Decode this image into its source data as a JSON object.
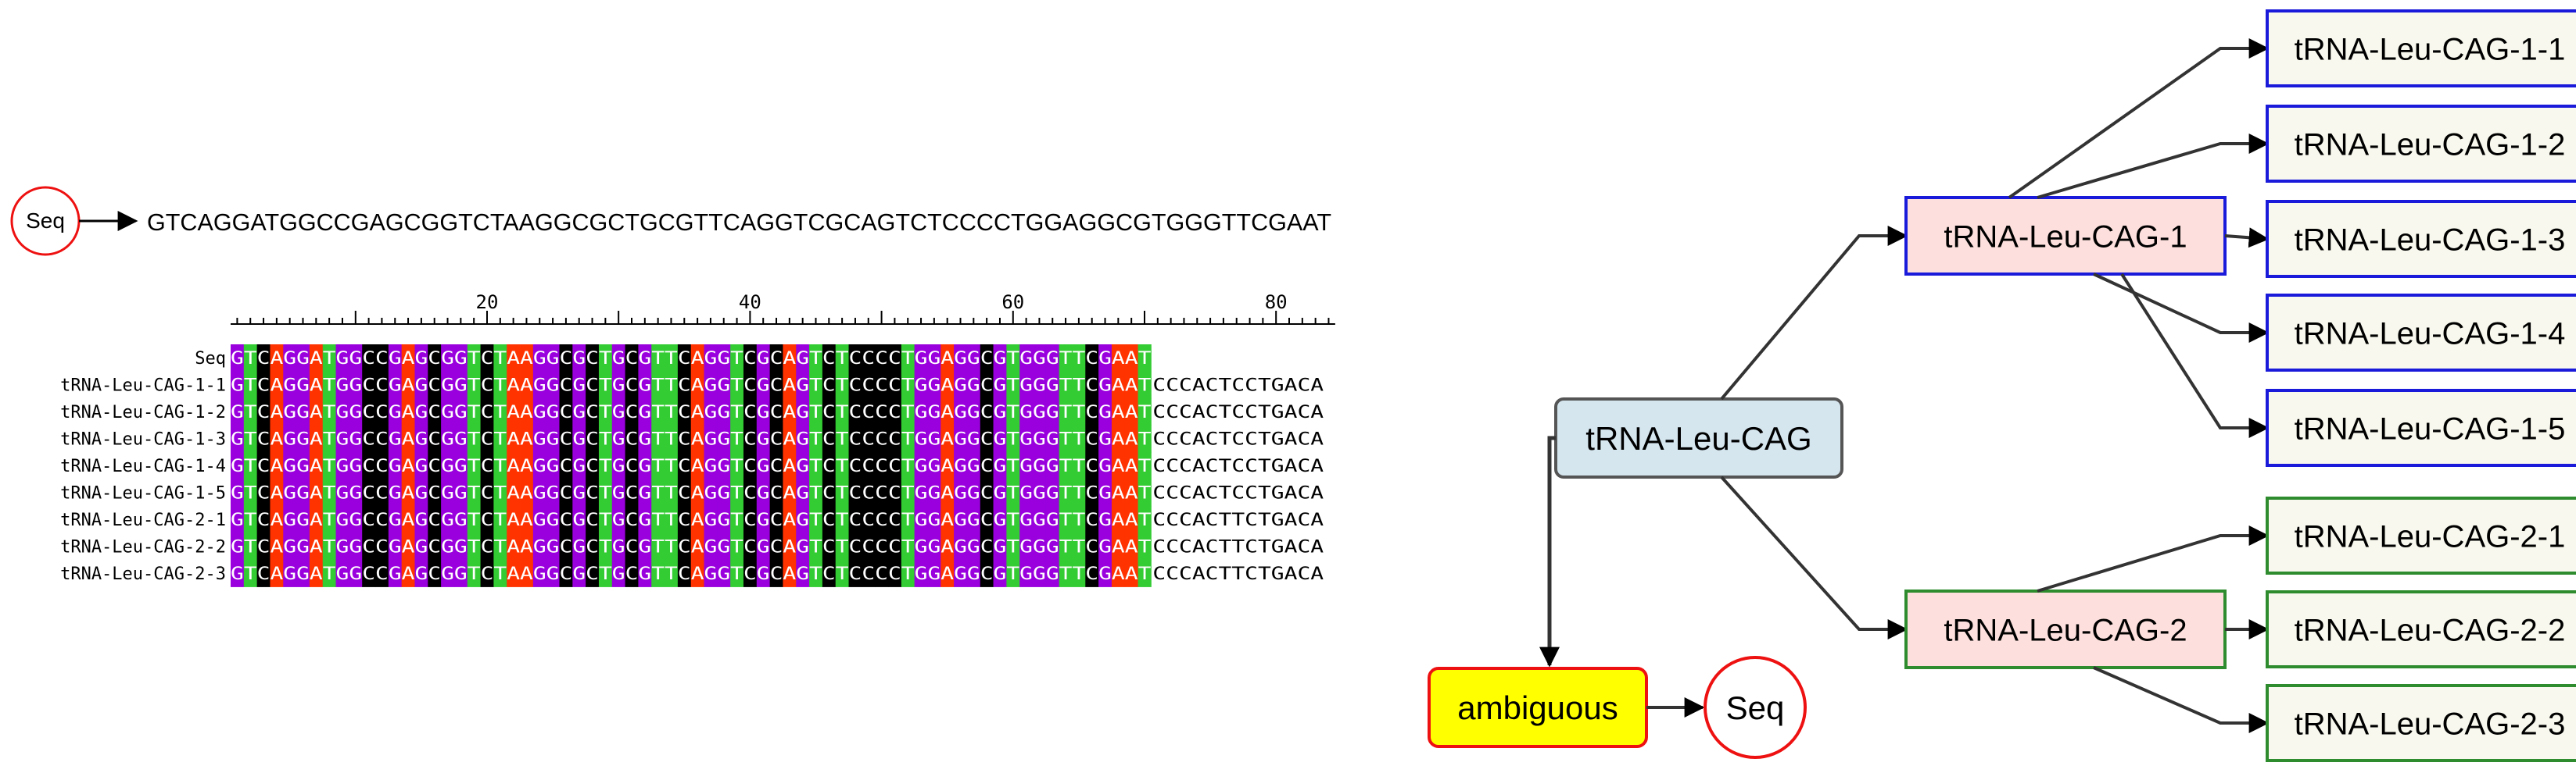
{
  "seq_circle_label": "Seq",
  "query_sequence": "GTCAGGATGGCCGAGCGGTCTAAGGCGCTGCGTTCAGGTCGCAGTCTCCCCTGGAGGCGTGGGTTCGAAT",
  "alignment": {
    "ruler_labels": [
      "20",
      "40",
      "60",
      "80"
    ],
    "rows": [
      {
        "name": "Seq",
        "seq": "GTCAGGATGGCCGAGCGGTCTAAGGCGCTGCGTTCAGGTCGCAGTCTCCCCTGGAGGCGTGGGTTCGAAT",
        "tail": ""
      },
      {
        "name": "tRNA-Leu-CAG-1-1",
        "seq": "GTCAGGATGGCCGAGCGGTCTAAGGCGCTGCGTTCAGGTCGCAGTCTCCCCTGGAGGCGTGGGTTCGAAT",
        "tail": "CCCACTCCTGACA"
      },
      {
        "name": "tRNA-Leu-CAG-1-2",
        "seq": "GTCAGGATGGCCGAGCGGTCTAAGGCGCTGCGTTCAGGTCGCAGTCTCCCCTGGAGGCGTGGGTTCGAAT",
        "tail": "CCCACTCCTGACA"
      },
      {
        "name": "tRNA-Leu-CAG-1-3",
        "seq": "GTCAGGATGGCCGAGCGGTCTAAGGCGCTGCGTTCAGGTCGCAGTCTCCCCTGGAGGCGTGGGTTCGAAT",
        "tail": "CCCACTCCTGACA"
      },
      {
        "name": "tRNA-Leu-CAG-1-4",
        "seq": "GTCAGGATGGCCGAGCGGTCTAAGGCGCTGCGTTCAGGTCGCAGTCTCCCCTGGAGGCGTGGGTTCGAAT",
        "tail": "CCCACTCCTGACA"
      },
      {
        "name": "tRNA-Leu-CAG-1-5",
        "seq": "GTCAGGATGGCCGAGCGGTCTAAGGCGCTGCGTTCAGGTCGCAGTCTCCCCTGGAGGCGTGGGTTCGAAT",
        "tail": "CCCACTCCTGACA"
      },
      {
        "name": "tRNA-Leu-CAG-2-1",
        "seq": "GTCAGGATGGCCGAGCGGTCTAAGGCGCTGCGTTCAGGTCGCAGTCTCCCCTGGAGGCGTGGGTTCGAAT",
        "tail": "CCCACTTCTGACA"
      },
      {
        "name": "tRNA-Leu-CAG-2-2",
        "seq": "GTCAGGATGGCCGAGCGGTCTAAGGCGCTGCGTTCAGGTCGCAGTCTCCCCTGGAGGCGTGGGTTCGAAT",
        "tail": "CCCACTTCTGACA"
      },
      {
        "name": "tRNA-Leu-CAG-2-3",
        "seq": "GTCAGGATGGCCGAGCGGTCTAAGGCGCTGCGTTCAGGTCGCAGTCTCCCCTGGAGGCGTGGGTTCGAAT",
        "tail": "CCCACTTCTGACA"
      }
    ],
    "base_colors": {
      "A": "#ff3300",
      "C": "#000000",
      "G": "#9900dd",
      "T": "#33cc33"
    },
    "base_text_color": "#ffffff"
  },
  "tree": {
    "root": {
      "label": "tRNA-Leu-CAG",
      "fill": "#d5e6ef",
      "stroke": "#555555"
    },
    "branches": [
      {
        "label": "tRNA-Leu-CAG-1",
        "fill": "#fde0dd",
        "stroke": "#1a1adb",
        "leaves": [
          "tRNA-Leu-CAG-1-1",
          "tRNA-Leu-CAG-1-2",
          "tRNA-Leu-CAG-1-3",
          "tRNA-Leu-CAG-1-4",
          "tRNA-Leu-CAG-1-5"
        ],
        "leaf_fill": "#f8f8ee",
        "leaf_stroke": "#1a1adb"
      },
      {
        "label": "tRNA-Leu-CAG-2",
        "fill": "#fde0dd",
        "stroke": "#2e8b2e",
        "leaves": [
          "tRNA-Leu-CAG-2-1",
          "tRNA-Leu-CAG-2-2",
          "tRNA-Leu-CAG-2-3"
        ],
        "leaf_fill": "#f8f8ee",
        "leaf_stroke": "#2e8b2e"
      }
    ],
    "ambiguous": {
      "label": "ambiguous",
      "fill": "#ffff00",
      "stroke": "#ee1111"
    },
    "result_label": "Seq",
    "circle_stroke": "#ee1111"
  }
}
